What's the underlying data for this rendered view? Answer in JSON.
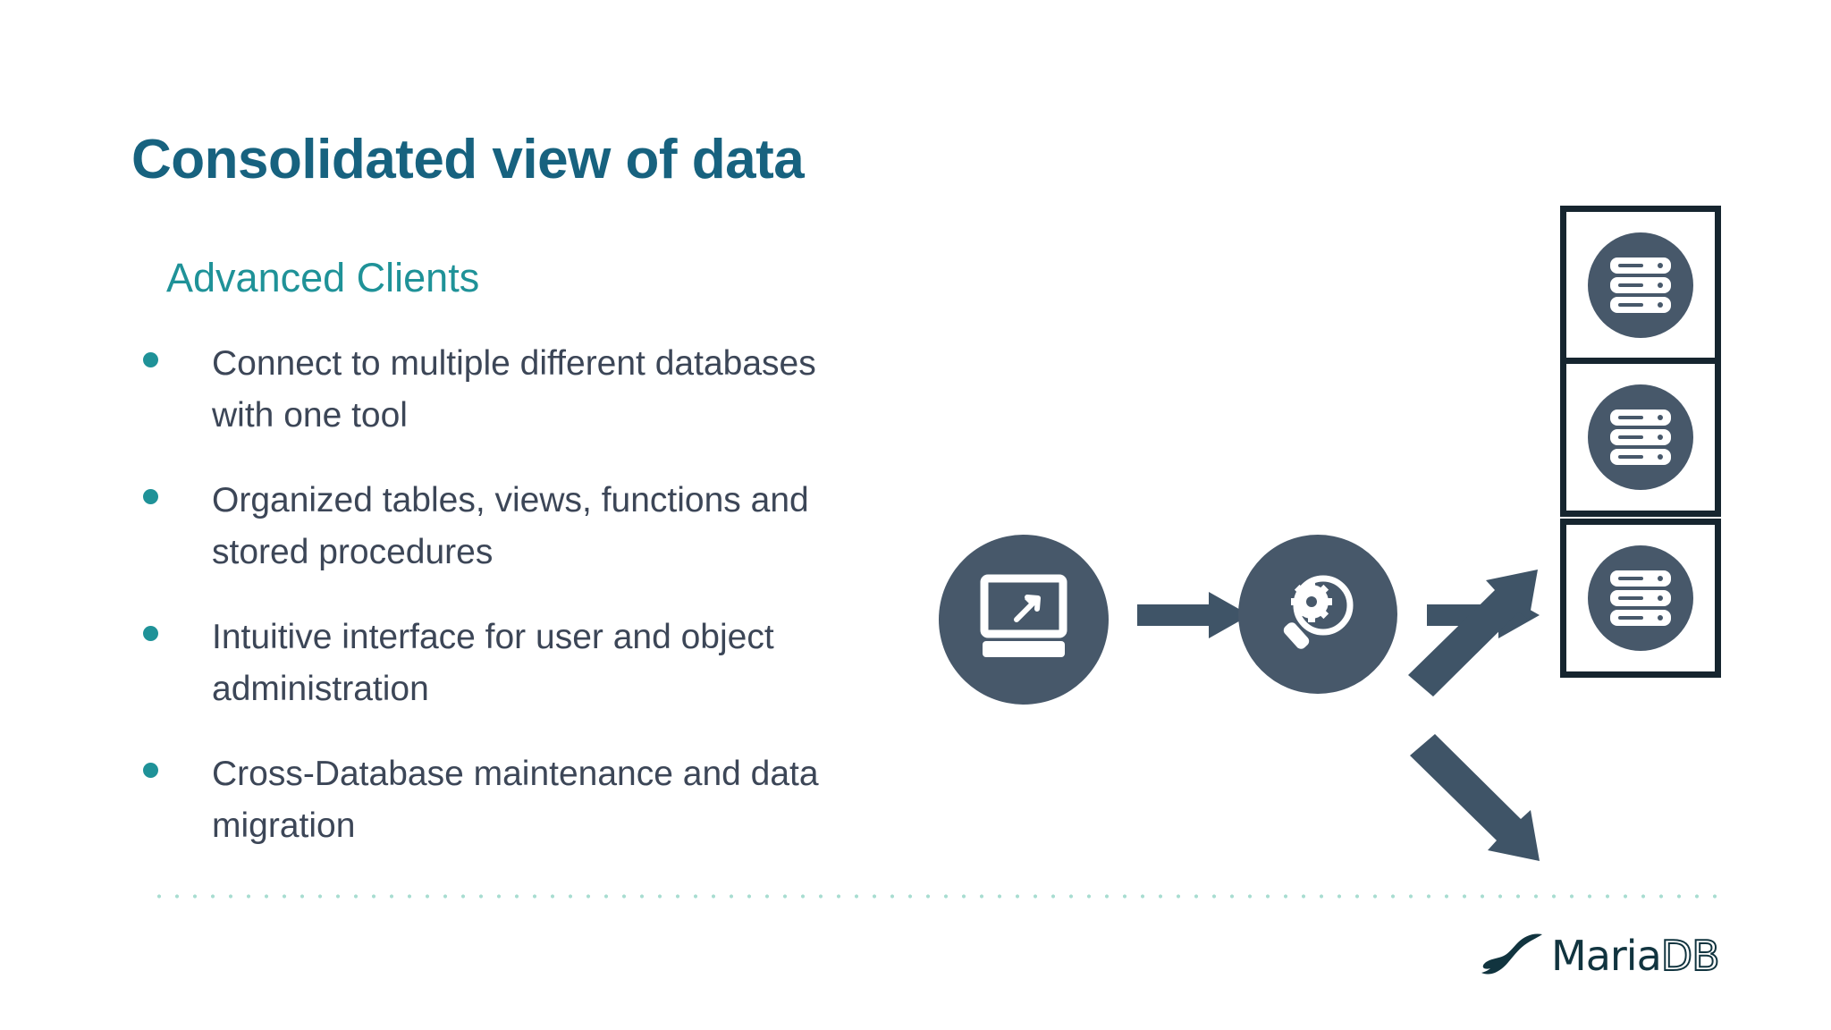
{
  "slide": {
    "title": "Consolidated view of data",
    "subtitle": "Advanced Clients",
    "bullets": [
      {
        "text": "Connect to multiple different databases with one tool"
      },
      {
        "text": "Organized tables, views, functions and stored procedures"
      },
      {
        "text": "Intuitive interface for user and object administration"
      },
      {
        "text": "Cross-Database maintenance and data migration"
      }
    ]
  },
  "diagram": {
    "nodes": [
      {
        "id": "client",
        "icon": "laptop-cursor-icon",
        "label": ""
      },
      {
        "id": "tool",
        "icon": "magnifier-gear-icon",
        "label": ""
      },
      {
        "id": "database-1",
        "icon": "server-stack-icon",
        "label": ""
      },
      {
        "id": "database-2",
        "icon": "server-stack-icon",
        "label": ""
      },
      {
        "id": "database-3",
        "icon": "server-stack-icon",
        "label": ""
      }
    ],
    "connectors": [
      {
        "from": "client",
        "to": "tool",
        "style": "arrow-straight"
      },
      {
        "from": "tool",
        "to": "database-1",
        "style": "arrow-diagonal-up"
      },
      {
        "from": "tool",
        "to": "database-2",
        "style": "arrow-straight"
      },
      {
        "from": "tool",
        "to": "database-3",
        "style": "arrow-diagonal-down"
      }
    ]
  },
  "footer": {
    "brand_name_solid": "Maria",
    "brand_name_outline": "DB",
    "brand_icon": "mariadb-seal-icon"
  },
  "colors": {
    "title": "#17627f",
    "subtitle_teal": "#1f9298",
    "bullet_text": "#3c4657",
    "bullet_marker": "#1f9298",
    "node_fill": "#47586a",
    "box_border": "#16252f",
    "arrow": "#3f5467",
    "divider_dot": "#a8ddd1",
    "brand": "#11343f",
    "background": "#ffffff"
  }
}
